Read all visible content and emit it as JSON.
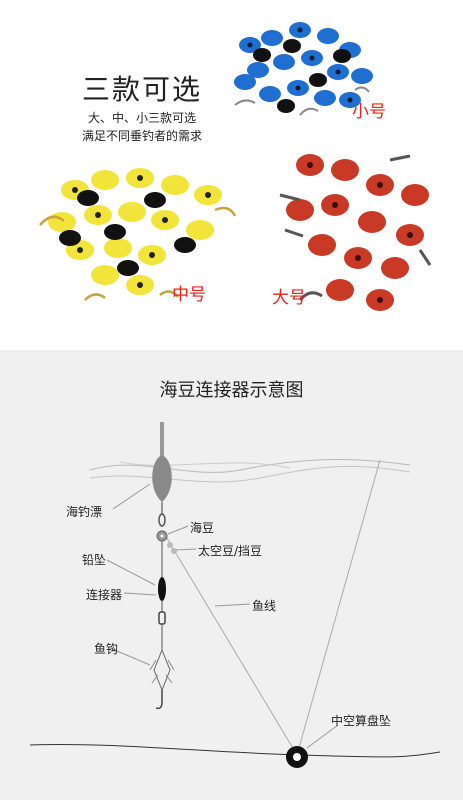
{
  "promo": {
    "title": "三款可选",
    "line1": "大、中、小三款可选",
    "line2": "满足不同垂钓者的需求",
    "size_small": "小号",
    "size_medium": "中号",
    "size_large": "大号",
    "colors": {
      "small": "#1f6fd1",
      "medium": "#f2e43a",
      "large": "#c83a26",
      "accent": "#e8231c"
    }
  },
  "diagram": {
    "title": "海豆连接器示意图",
    "labels": {
      "float": "海钓漂",
      "sea_bean": "海豆",
      "space_bean": "太空豆/挡豆",
      "sinker": "铅坠",
      "connector": "连接器",
      "line": "鱼线",
      "hook": "鱼钩",
      "abacus_sinker": "中空算盘坠"
    }
  }
}
